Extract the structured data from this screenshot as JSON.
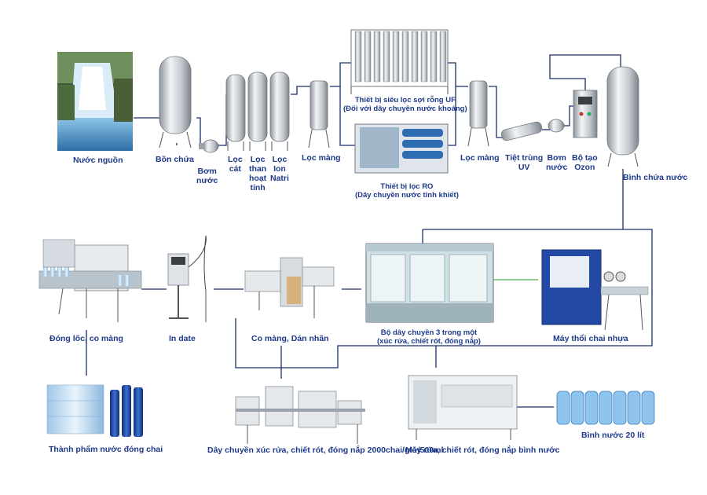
{
  "colors": {
    "line": "#1a2f6e",
    "label": "#1d3a8a",
    "steel": "#c9ced4",
    "machine": "#8aa6b8",
    "water": "#2e7fc2",
    "blue_bottle": "#1f4aa8",
    "green_link": "#4caf50"
  },
  "nodes": {
    "source_water": "Nước nguồn",
    "storage_tank": "Bồn chứa",
    "pump_1": [
      "Bơm",
      "nước"
    ],
    "sand_filter": [
      "Lọc",
      "cát"
    ],
    "carbon_filter": [
      "Lọc",
      "than",
      "hoạt",
      "tính"
    ],
    "ion_filter": [
      "Lọc",
      "Ion",
      "Natri"
    ],
    "membrane_filter_1": "Lọc màng",
    "uf_filter": [
      "Thiết bị siêu lọc sợi rỗng UF",
      "(Đối với dây chuyền nước khoáng)"
    ],
    "ro_filter": [
      "Thiết bị lọc RO",
      "(Dây chuyền nước tinh khiết)"
    ],
    "membrane_filter_2": "Lọc màng",
    "uv_sterilizer": [
      "Tiệt trùng",
      "UV"
    ],
    "pump_2": [
      "Bơm",
      "nước"
    ],
    "ozone_generator": [
      "Bộ tạo",
      "Ozon"
    ],
    "water_tank": "Bình chứa nước",
    "shrink_wrap": "Đóng lốc, co màng",
    "date_printer": "In date",
    "sleeve_label": "Co màng, Dán nhãn",
    "three_in_one": [
      "Bộ dây chuyền 3 trong một",
      "(xúc rửa, chiết rót, đóng nắp)"
    ],
    "bottle_blower": "Máy thổi chai nhựa",
    "finished_product": "Thành phẩm nước đóng chai",
    "line_2000": "Dây chuyền xúc rửa, chiết rót, đóng nắp 2000chai/giờ/500ml",
    "barrel_machine": "Máy rửa, chiết rót, đóng nắp bình nước",
    "barrel_20l": "Bình nước 20 lít"
  }
}
